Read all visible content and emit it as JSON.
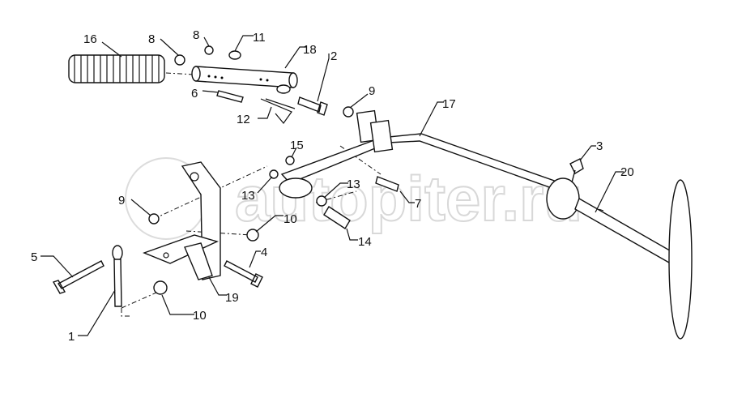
{
  "watermark": "autopiter.ru",
  "callouts": {
    "c16": "16",
    "c8a": "8",
    "c8b": "8",
    "c11": "11",
    "c18": "18",
    "c2": "2",
    "c6": "6",
    "c12": "12",
    "c9a": "9",
    "c17": "17",
    "c15": "15",
    "c3": "3",
    "c20": "20",
    "c13a": "13",
    "c13b": "13",
    "c9b": "9",
    "c10a": "10",
    "c7": "7",
    "c14": "14",
    "c5": "5",
    "c4": "4",
    "c19": "19",
    "c10b": "10",
    "c1": "1"
  }
}
